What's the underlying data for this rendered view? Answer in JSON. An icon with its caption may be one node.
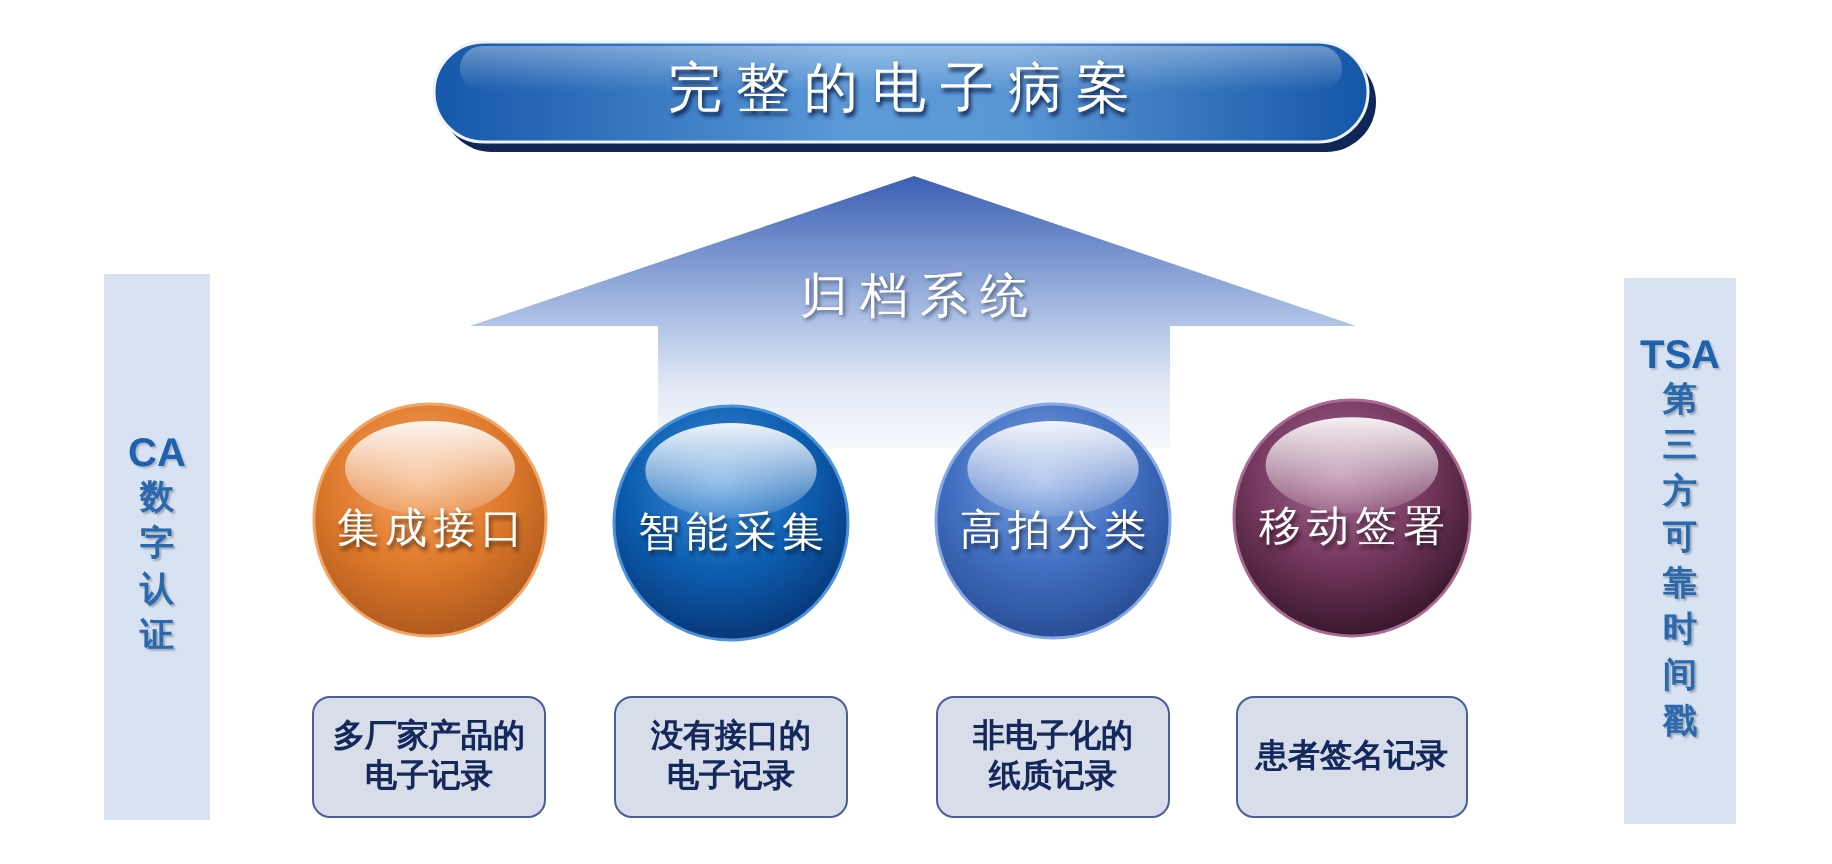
{
  "diagram": {
    "nodes": [
      {
        "text": [
          "完整的电子病案"
        ]
      },
      {
        "text": [
          "归档系统"
        ]
      },
      {
        "text": [
          "CA",
          "数字认证"
        ]
      },
      {
        "text": [
          "集成接口"
        ]
      },
      {
        "text": [
          "智能采集"
        ]
      },
      {
        "text": [
          "高拍分类"
        ]
      },
      {
        "text": [
          "移动签署"
        ]
      },
      {
        "text": [
          "多厂家产品的电子记录"
        ]
      },
      {
        "text": [
          "没有接口的电子记录"
        ]
      },
      {
        "text": [
          "非电子化的纸质记录"
        ]
      },
      {
        "text": [
          "患者签名记录"
        ]
      },
      {
        "text": [
          "TSA",
          "第三方可靠时间戳"
        ]
      }
    ]
  }
}
